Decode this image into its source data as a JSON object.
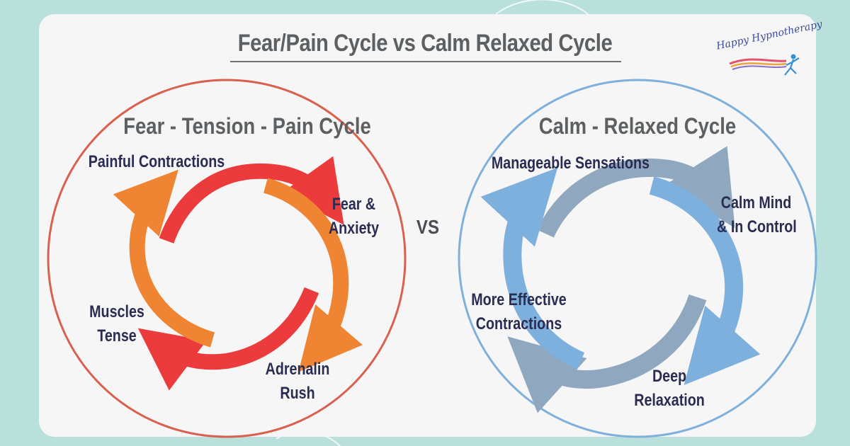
{
  "title": "Fear/Pain Cycle vs Calm Relaxed Cycle",
  "logo_text": "Happy Hypnotherapy",
  "vs_label": "VS",
  "left_cycle": {
    "title": "Fear - Tension - Pain Cycle",
    "color": "#d9604f",
    "arrow_colors": [
      "#ec3b3c",
      "#ef8433"
    ],
    "labels": {
      "painful_contractions": "Painful Contractions",
      "fear_line1": "Fear &",
      "fear_line2": "Anxiety",
      "adrenalin_line1": "Adrenalin",
      "adrenalin_line2": "Rush",
      "muscles_line1": "Muscles",
      "muscles_line2": "Tense"
    }
  },
  "right_cycle": {
    "title": "Calm - Relaxed Cycle",
    "color": "#7fb0dc",
    "arrow_colors": [
      "#8fa8c0",
      "#7eb0de"
    ],
    "labels": {
      "manageable": "Manageable Sensations",
      "calm_line1": "Calm Mind",
      "calm_line2": "& In Control",
      "deep_line1": "Deep",
      "deep_line2": "Relaxation",
      "effective_line1": "More Effective",
      "effective_line2": "Contractions"
    }
  }
}
